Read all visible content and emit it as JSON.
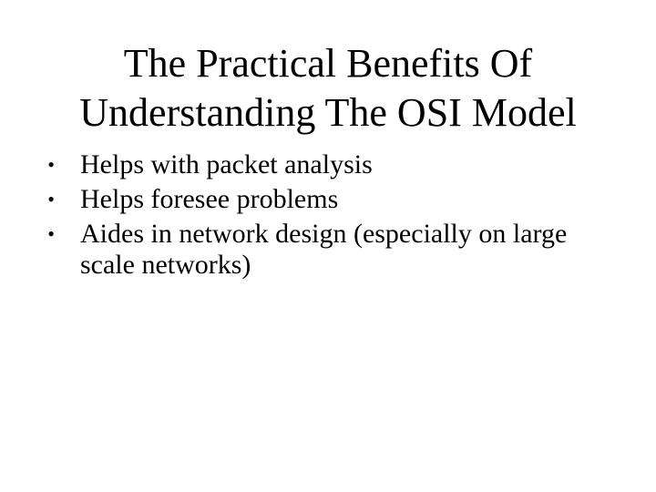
{
  "slide": {
    "title_lines": [
      "The Practical Benefits Of",
      "Understanding The OSI Model"
    ],
    "bullet_icon": "•",
    "bullets": [
      "Helps with packet analysis",
      "Helps foresee problems",
      "Aides in network design (especially on large scale networks)"
    ]
  },
  "colors": {
    "background": "#ffffff",
    "text": "#000000"
  }
}
